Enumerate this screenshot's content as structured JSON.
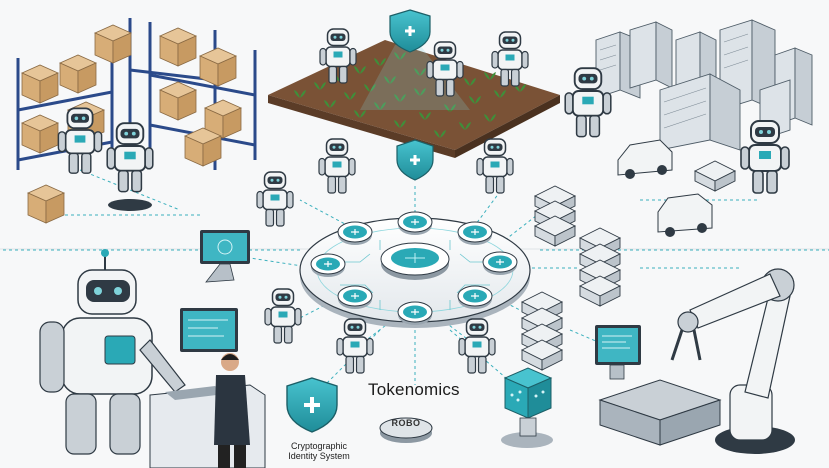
{
  "labels": {
    "tokenomics": "Tokenomics",
    "identity_line1": "Cryptographic",
    "identity_line2": "Identity System",
    "coin": "ROBO"
  },
  "colors": {
    "teal": "#2aa9b6",
    "teal_light": "#7fd3da",
    "steel": "#b7c0c8",
    "dark": "#2f3a44",
    "box": "#d9b483",
    "soil": "#7a5236",
    "sprout": "#3f8f3a"
  },
  "icons": [
    "shield-icon",
    "robot-icon",
    "server-icon",
    "warehouse-shelf-icon",
    "robotic-arm-icon",
    "coin-icon",
    "car-icon",
    "building-icon",
    "monitor-icon"
  ]
}
